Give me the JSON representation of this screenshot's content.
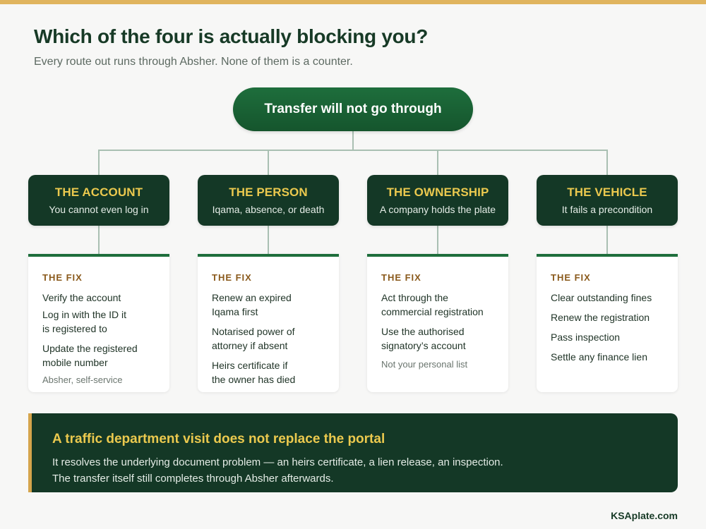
{
  "header": {
    "title": "Which of the four is actually blocking you?",
    "subtitle": "Every route out runs through Absher. None of them is a counter."
  },
  "root": {
    "label": "Transfer will not go through"
  },
  "categories": [
    {
      "title": "THE ACCOUNT",
      "subtitle": "You cannot even log in",
      "fix_heading": "THE FIX",
      "items": [
        "Verify the account",
        "Log in with the ID it is registered to",
        "Update the registered mobile number"
      ],
      "note": "Absher, self-service"
    },
    {
      "title": "THE PERSON",
      "subtitle": "Iqama, absence, or death",
      "fix_heading": "THE FIX",
      "items": [
        "Renew an expired Iqama first",
        "Notarised power of attorney if absent",
        "Heirs certificate if the owner has died"
      ],
      "note": ""
    },
    {
      "title": "THE OWNERSHIP",
      "subtitle": "A company holds the plate",
      "fix_heading": "THE FIX",
      "items": [
        "Act through the commercial registration",
        "Use the authorised signatory’s account"
      ],
      "note": "Not your personal list"
    },
    {
      "title": "THE VEHICLE",
      "subtitle": "It fails a precondition",
      "fix_heading": "THE FIX",
      "items": [
        "Clear outstanding fines",
        "Renew the registration",
        "Pass inspection",
        "Settle any finance lien"
      ],
      "note": ""
    }
  ],
  "banner": {
    "title": "A traffic department visit does not replace the portal",
    "line1": "It resolves the underlying document problem — an heirs certificate, a lien release, an inspection.",
    "line2": "The transfer itself still completes through Absher afterwards."
  },
  "footer": {
    "brand": "KSAplate.com"
  },
  "colors": {
    "accent_gold": "#e0b45e",
    "dark_green": "#143826",
    "brand_green": "#1e6e3c",
    "fix_label": "#8a5a1c",
    "connector": "#a9bfb2"
  }
}
